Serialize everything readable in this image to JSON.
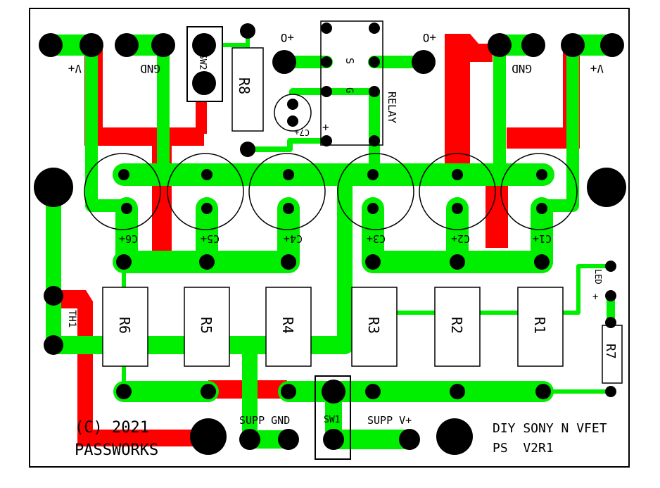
{
  "board": {
    "colors": {
      "background": "#ffffff",
      "outline": "#000000",
      "top_trace": "#00ee00",
      "bottom_trace": "#ff0000",
      "pad": "#000000",
      "component_body": "#ffffff"
    },
    "title_lines": [
      "DIY SONY N VFET",
      "PS  V2R1"
    ],
    "credit_lines": [
      "(C) 2021",
      "PASSWORKS"
    ],
    "headers": {
      "left_vplus": "V+",
      "left_gnd": "GND",
      "right_gnd": "GND",
      "right_vplus": "V+",
      "out_left": "+O",
      "out_right": "+O"
    },
    "switches": {
      "sw2": "SW2",
      "sw1": "SW1"
    },
    "resistors": [
      "R8",
      "R6",
      "R5",
      "R4",
      "R3",
      "R2",
      "R1",
      "R7"
    ],
    "relay": {
      "label": "RELAY",
      "pin_s": "S",
      "pin_g": "G",
      "pin_plus": "+"
    },
    "small_cap": "C7+",
    "caps": [
      "C6+",
      "C5+",
      "C4+",
      "C3+",
      "C2+",
      "C1+"
    ],
    "thermistor": "TH1",
    "led": {
      "label": "LED",
      "plus": "+"
    },
    "supply": {
      "gnd": "SUPP GND",
      "vplus": "SUPP V+"
    }
  }
}
